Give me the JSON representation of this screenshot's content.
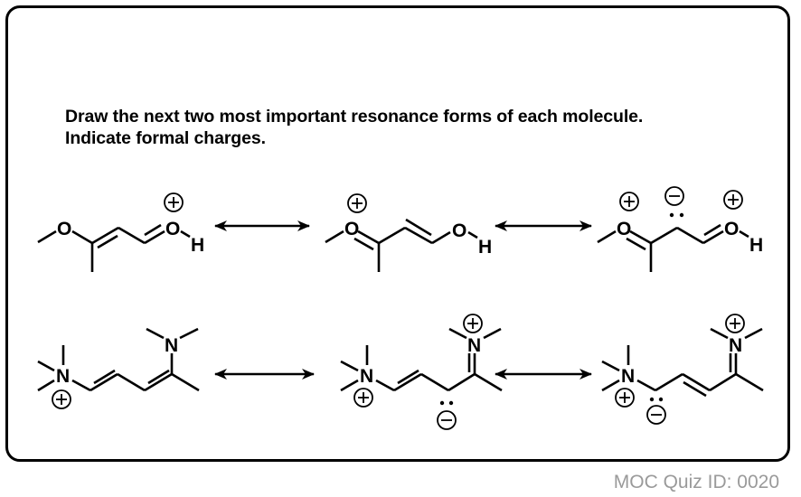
{
  "instructions": {
    "line1": "Draw the next two most important resonance forms of each molecule.",
    "line2": "Indicate formal charges."
  },
  "footer": {
    "quiz_id_label": "MOC Quiz ID: 0020"
  },
  "atoms": {
    "O": "O",
    "H": "H",
    "N": "N"
  },
  "rows": [
    {
      "name": "protonated-methoxy-enal",
      "forms": [
        {
          "description": "Starting structure: MeO-C(CH3)=CH-CH=O+H, positive charge on carbonyl oxygen"
        },
        {
          "description": "Resonance form: MeO+=C(CH3)-CH=CH-OH, positive charge on methoxy oxygen"
        },
        {
          "description": "Resonance form: MeO+=C(CH3)-CH(-)-CH=O+H, positive on both oxygens, carbanion with lone pair"
        }
      ]
    },
    {
      "name": "dimethylamino-diene-ammonium",
      "forms": [
        {
          "description": "Starting structure: Me3N+-CH=CH-CH=C(NMe2)-CH3"
        },
        {
          "description": "Resonance form: Me3N+-CH=CH-CH(-)-C(=N+Me2)-CH3"
        },
        {
          "description": "Resonance form: Me3N+-CH(-)-CH=CH-C(=N+Me2)-CH3"
        }
      ]
    }
  ],
  "charges": {
    "plus": "+",
    "minus": "−"
  },
  "colors": {
    "frame": "#000000",
    "text": "#000000",
    "footer": "#9a9a9a"
  }
}
